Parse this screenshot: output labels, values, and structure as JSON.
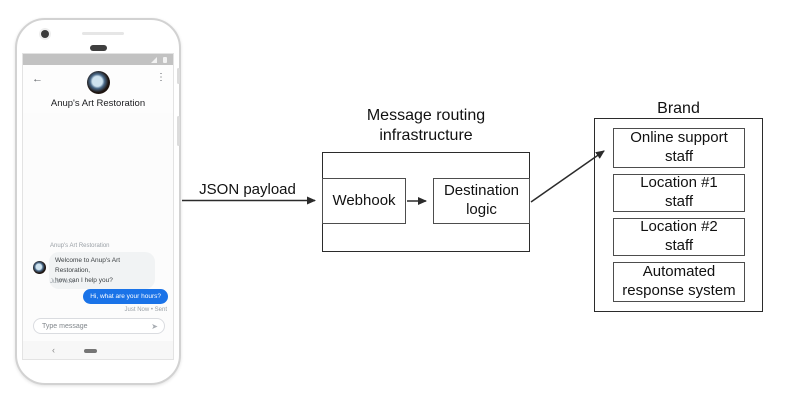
{
  "phone": {
    "header": {
      "back_icon": "←",
      "menu_icon": "⋮",
      "title": "Anup's Art Restoration"
    },
    "chat": {
      "sender_label": "Anup's Art Restoration",
      "incoming_message": "Welcome to Anup's Art Restoration,\nhow can I help you?",
      "incoming_time": "Just Now",
      "outgoing_message": "Hi, what are your hours?",
      "outgoing_time": "Just Now • Sent",
      "input_placeholder": "Type message",
      "send_icon": "➤"
    },
    "nav": {
      "back_icon": "‹"
    }
  },
  "diagram": {
    "payload_arrow_label": "JSON payload",
    "routing": {
      "title": "Message routing\ninfrastructure",
      "webhook_label": "Webhook",
      "destination_label": "Destination\nlogic"
    },
    "brand": {
      "title": "Brand",
      "items": [
        {
          "label": "Online support\nstaff"
        },
        {
          "label": "Location #1\nstaff"
        },
        {
          "label": "Location #2\nstaff"
        },
        {
          "label": "Automated\nresponse system"
        }
      ]
    }
  },
  "colors": {
    "outgoing_bubble": "#1a73e8",
    "incoming_bubble": "#f1f3f4",
    "statusbar": "#c2c2c2",
    "line": "#2b2b2b"
  }
}
